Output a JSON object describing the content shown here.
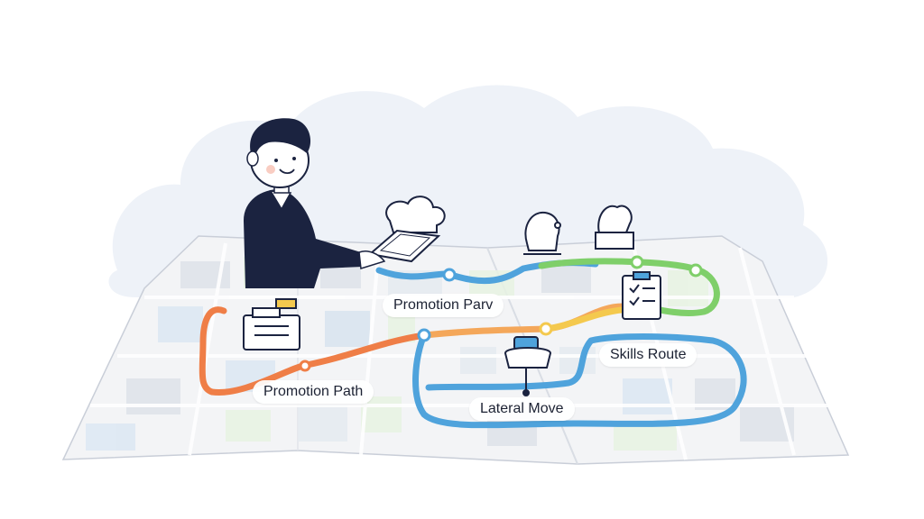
{
  "illustration": {
    "labels": {
      "promotion_path_top": "Promotion Parv",
      "promotion_path_left": "Promotion Path",
      "skills_route": "Skills Route",
      "lateral_move": "Lateral Move"
    },
    "colors": {
      "background": "#ffffff",
      "cloud": "#eef2f8",
      "map_base": "#f3f4f6",
      "route_orange": "#ef7e47",
      "route_blue": "#4fa3dc",
      "route_green": "#7fcf6a",
      "route_yellow": "#f4c94e",
      "ink": "#1b2340"
    }
  }
}
